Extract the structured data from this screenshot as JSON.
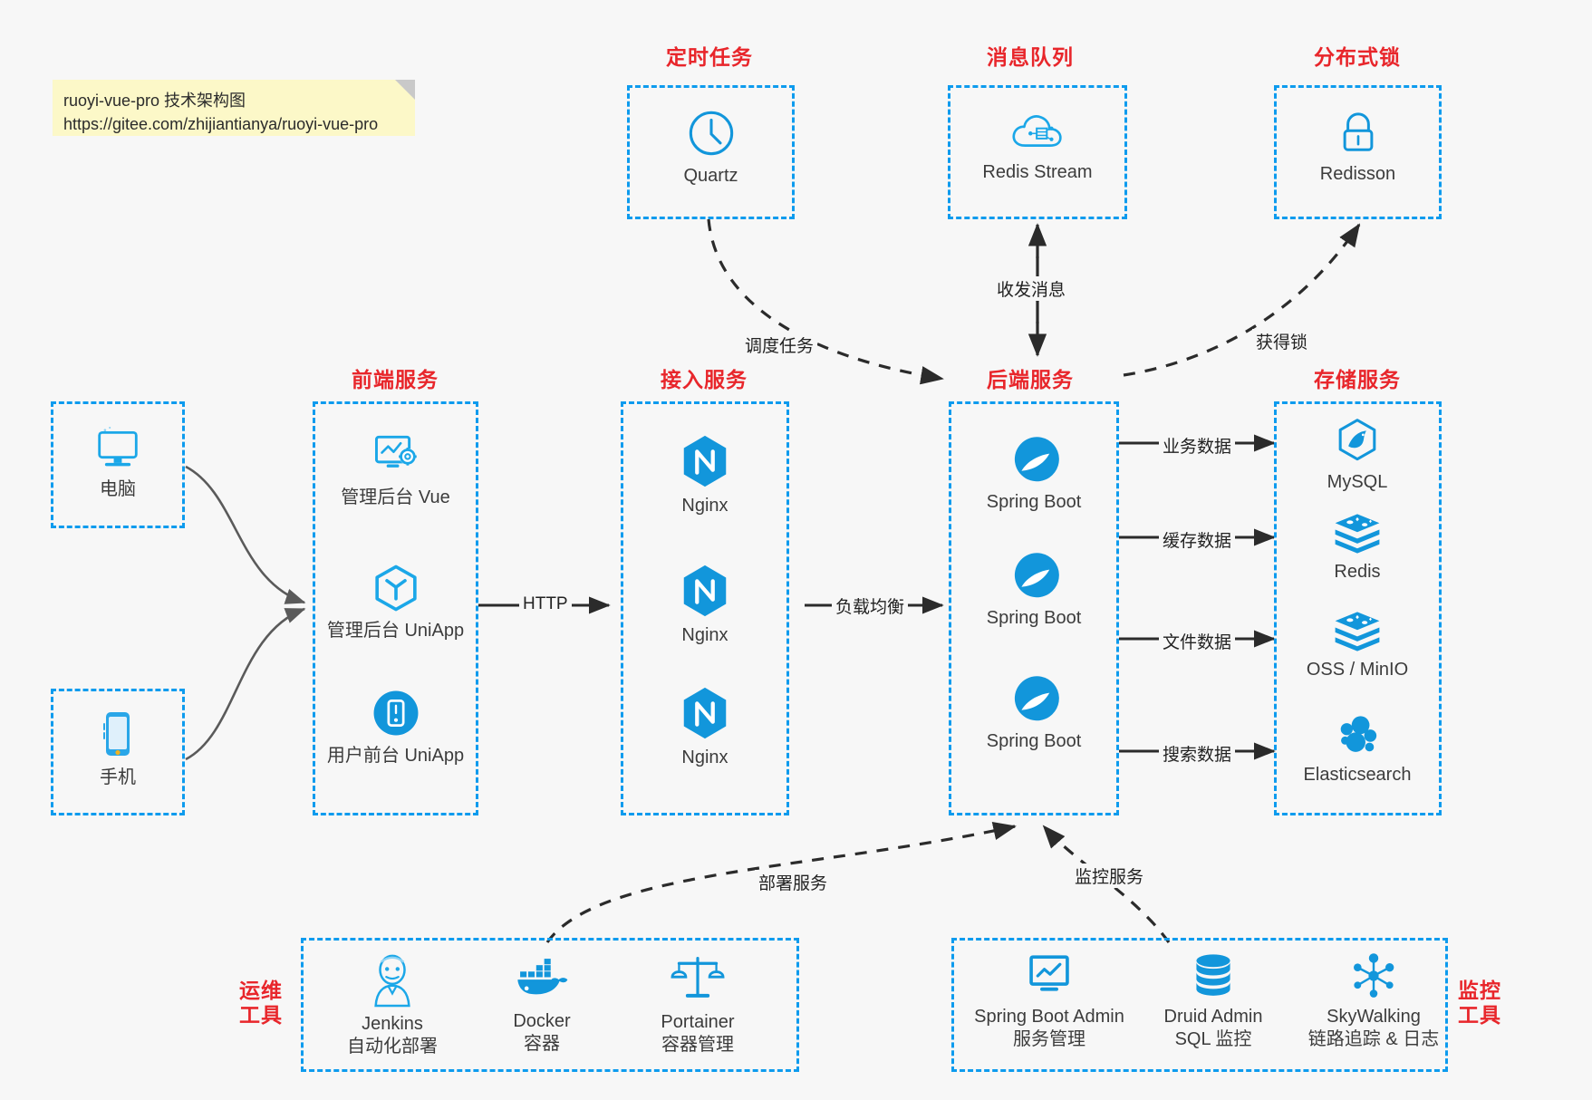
{
  "note": {
    "line1": "ruoyi-vue-pro 技术架构图",
    "line2": "https://gitee.com/zhijiantianya/ruoyi-vue-pro"
  },
  "colors": {
    "box_border": "#0d9bee",
    "group_title": "#e8262b",
    "icon_blue": "#1296db",
    "edge": "#2b2b2b",
    "note_bg": "#fcf8c8",
    "canvas": "#f7f7f7"
  },
  "groups": {
    "scheduler": {
      "title": "定时任务"
    },
    "mq": {
      "title": "消息队列"
    },
    "lock": {
      "title": "分布式锁"
    },
    "frontend": {
      "title": "前端服务"
    },
    "gateway": {
      "title": "接入服务"
    },
    "backend": {
      "title": "后端服务"
    },
    "storage": {
      "title": "存储服务"
    },
    "devops": {
      "title_line1": "运维",
      "title_line2": "工具"
    },
    "monitor": {
      "title_line1": "监控",
      "title_line2": "工具"
    }
  },
  "clients": [
    {
      "label": "电脑",
      "icon": "desktop-monitor-icon"
    },
    {
      "label": "手机",
      "icon": "mobile-phone-icon"
    }
  ],
  "scheduler_nodes": [
    {
      "label": "Quartz",
      "icon": "clock-icon"
    }
  ],
  "mq_nodes": [
    {
      "label": "Redis Stream",
      "icon": "cloud-network-icon"
    }
  ],
  "lock_nodes": [
    {
      "label": "Redisson",
      "icon": "padlock-icon"
    }
  ],
  "frontend_nodes": [
    {
      "label": "管理后台 Vue",
      "icon": "dashboard-gear-icon"
    },
    {
      "label": "管理后台 UniApp",
      "icon": "cube-icon"
    },
    {
      "label": "用户前台 UniApp",
      "icon": "mobile-app-icon"
    }
  ],
  "gateway_nodes": [
    {
      "label": "Nginx",
      "icon": "nginx-icon"
    },
    {
      "label": "Nginx",
      "icon": "nginx-icon"
    },
    {
      "label": "Nginx",
      "icon": "nginx-icon"
    }
  ],
  "backend_nodes": [
    {
      "label": "Spring Boot",
      "icon": "spring-leaf-icon"
    },
    {
      "label": "Spring Boot",
      "icon": "spring-leaf-icon"
    },
    {
      "label": "Spring Boot",
      "icon": "spring-leaf-icon"
    }
  ],
  "storage_nodes": [
    {
      "label": "MySQL",
      "icon": "mysql-dolphin-icon"
    },
    {
      "label": "Redis",
      "icon": "redis-stack-icon"
    },
    {
      "label": "OSS / MinIO",
      "icon": "object-storage-icon"
    },
    {
      "label": "Elasticsearch",
      "icon": "elasticsearch-icon"
    }
  ],
  "devops_nodes": [
    {
      "label": "Jenkins",
      "sublabel": "自动化部署",
      "icon": "jenkins-butler-icon"
    },
    {
      "label": "Docker",
      "sublabel": "容器",
      "icon": "docker-whale-icon"
    },
    {
      "label": "Portainer",
      "sublabel": "容器管理",
      "icon": "scales-icon"
    }
  ],
  "monitor_nodes": [
    {
      "label": "Spring Boot Admin",
      "sublabel": "服务管理",
      "icon": "monitor-chart-icon"
    },
    {
      "label": "Druid Admin",
      "sublabel": "SQL 监控",
      "icon": "database-icon"
    },
    {
      "label": "SkyWalking",
      "sublabel": "链路追踪 & 日志",
      "icon": "skywalking-node-icon"
    }
  ],
  "edges": [
    {
      "id": "http",
      "label": "HTTP"
    },
    {
      "id": "lb",
      "label": "负载均衡"
    },
    {
      "id": "schedule",
      "label": "调度任务"
    },
    {
      "id": "message",
      "label": "收发消息"
    },
    {
      "id": "getlock",
      "label": "获得锁"
    },
    {
      "id": "biz",
      "label": "业务数据"
    },
    {
      "id": "cache",
      "label": "缓存数据"
    },
    {
      "id": "file",
      "label": "文件数据"
    },
    {
      "id": "search",
      "label": "搜索数据"
    },
    {
      "id": "deploy",
      "label": "部署服务"
    },
    {
      "id": "observe",
      "label": "监控服务"
    }
  ]
}
